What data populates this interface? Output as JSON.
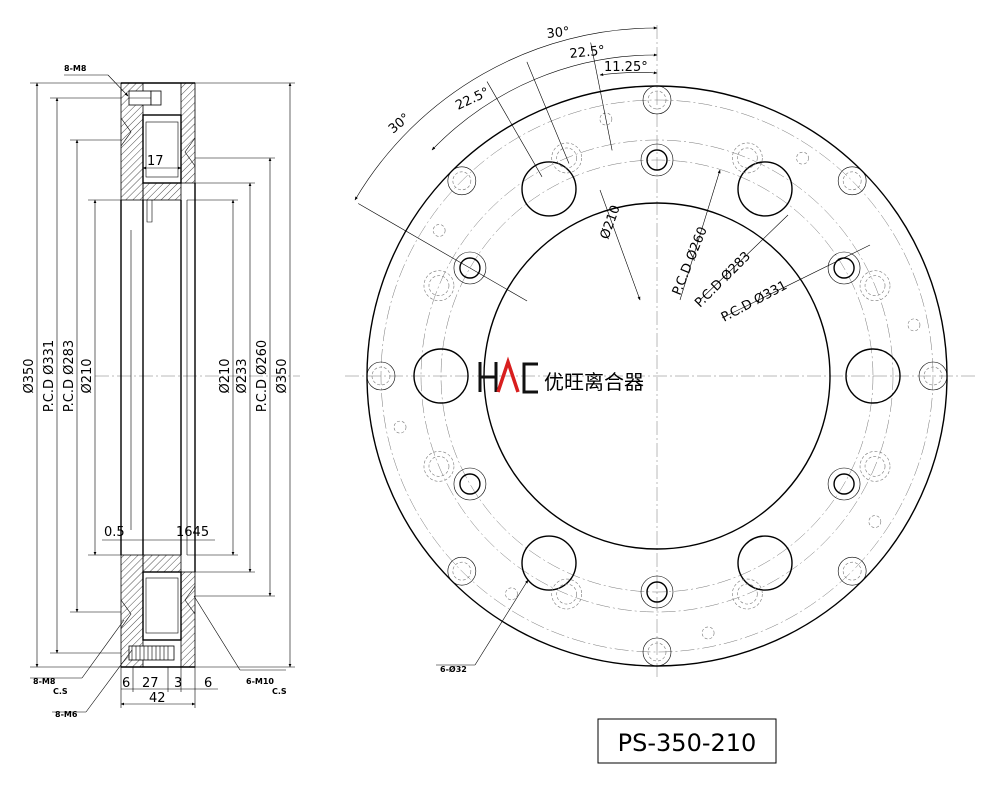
{
  "side_view": {
    "callout_top": "8-M8",
    "dims_left": [
      "Ø350",
      "P.C.D Ø331",
      "P.C.D Ø283",
      "Ø210"
    ],
    "dims_right": [
      "Ø210",
      "Ø233",
      "P.C.D Ø260",
      "Ø350"
    ],
    "dim_17": "17",
    "dim_05": "0.5",
    "dim_1645": "1645",
    "bottom_dims": [
      "6",
      "27",
      "3",
      "6"
    ],
    "total_width": "42",
    "callout_m8_line1": "8-M8",
    "callout_m8_line2": "C.S",
    "callout_m6": "8-M6",
    "callout_m10_line1": "6-M10",
    "callout_m10_line2": "C.S"
  },
  "front_view": {
    "angles": [
      "30°",
      "22.5°",
      "11.25°",
      "22.5°",
      "30°"
    ],
    "diameter_labels": [
      "Ø210",
      "P.C.D Ø260",
      "P.C.D Ø283",
      "P.C.D Ø331"
    ],
    "hole_callout": "6-Ø32"
  },
  "logo": {
    "mark": "HAC",
    "company": "优旺离合器",
    "accent_color": "#d81e1e"
  },
  "model": "PS-350-210"
}
